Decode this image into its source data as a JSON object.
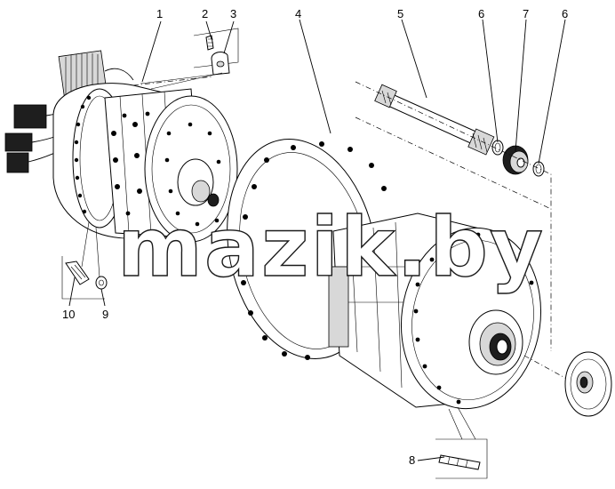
{
  "diagram": {
    "watermark": "mazik.by",
    "callouts": [
      {
        "id": "c1",
        "label": "1"
      },
      {
        "id": "c2",
        "label": "2"
      },
      {
        "id": "c3",
        "label": "3"
      },
      {
        "id": "c4",
        "label": "4"
      },
      {
        "id": "c5",
        "label": "5"
      },
      {
        "id": "c6a",
        "label": "6"
      },
      {
        "id": "c7",
        "label": "7"
      },
      {
        "id": "c6b",
        "label": "6"
      },
      {
        "id": "c10",
        "label": "10"
      },
      {
        "id": "c9",
        "label": "9"
      },
      {
        "id": "c8",
        "label": "8"
      }
    ]
  }
}
